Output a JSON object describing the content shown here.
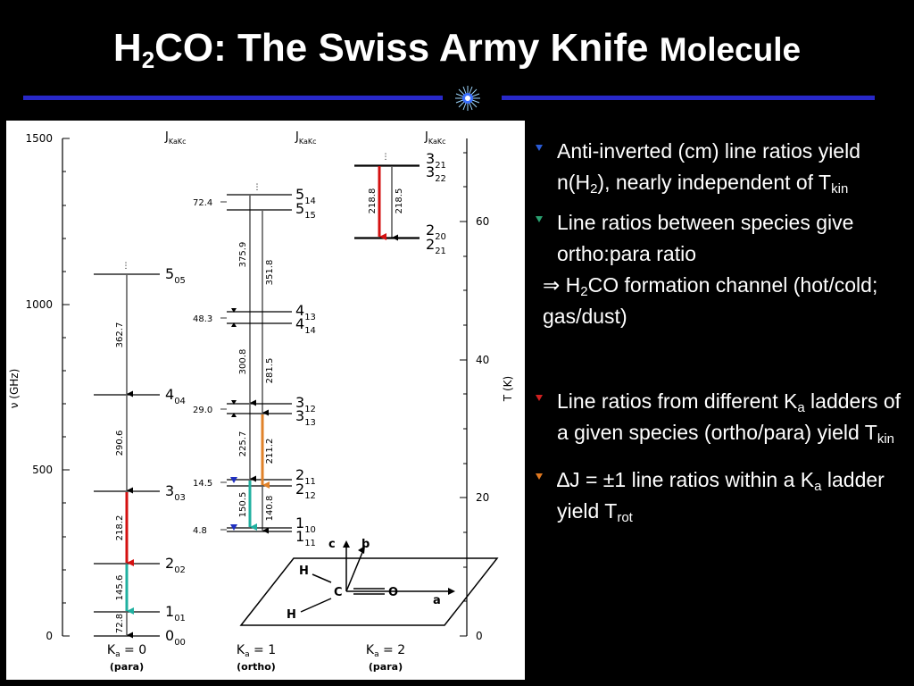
{
  "title": {
    "main_pre": "H",
    "main_sub": "2",
    "main_post": "CO: The Swiss Army Knife",
    "tail": "Molecule"
  },
  "colors": {
    "background": "#000000",
    "rule": "#2828c8",
    "bullet_blue": "#2a5bd6",
    "bullet_green": "#2aa070",
    "bullet_red": "#d02020",
    "bullet_orange": "#e07820",
    "arrow_red": "#d41010",
    "arrow_green": "#20b0a0",
    "arrow_orange": "#e0822a",
    "arrow_blue": "#2030c0"
  },
  "figure": {
    "y_axis_label": "ν (GHz)",
    "y_ticks": [
      "0",
      "500",
      "1000",
      "1500"
    ],
    "t_axis_label": "T (K)",
    "t_ticks": [
      "0",
      "20",
      "40",
      "60"
    ],
    "column_header": "J",
    "column_header_sub": "KaKc",
    "columns": [
      {
        "ka_label": "K",
        "ka_sub": "a",
        "ka_value": " = 0",
        "parity": "(para)",
        "levels": [
          {
            "j": "5",
            "s": "05"
          },
          {
            "j": "4",
            "s": "04"
          },
          {
            "j": "3",
            "s": "03"
          },
          {
            "j": "2",
            "s": "02"
          },
          {
            "j": "1",
            "s": "01"
          },
          {
            "j": "0",
            "s": "00"
          }
        ],
        "transitions": [
          "362.7",
          "290.6",
          "218.2",
          "145.6",
          "72.8"
        ]
      },
      {
        "ka_label": "K",
        "ka_sub": "a",
        "ka_value": " = 1",
        "parity": "(ortho)",
        "levels": [
          {
            "j": "5",
            "s": "14"
          },
          {
            "j": "5",
            "s": "15"
          },
          {
            "j": "4",
            "s": "13"
          },
          {
            "j": "4",
            "s": "14"
          },
          {
            "j": "3",
            "s": "12"
          },
          {
            "j": "3",
            "s": "13"
          },
          {
            "j": "2",
            "s": "11"
          },
          {
            "j": "2",
            "s": "12"
          },
          {
            "j": "1",
            "s": "10"
          },
          {
            "j": "1",
            "s": "11"
          }
        ],
        "splittings": [
          "72.4",
          "48.3",
          "29.0",
          "14.5",
          "4.8"
        ],
        "transitions": [
          "375.9",
          "351.8",
          "300.8",
          "281.5",
          "225.7",
          "211.2",
          "150.5",
          "140.8"
        ]
      },
      {
        "ka_label": "K",
        "ka_sub": "a",
        "ka_value": " = 2",
        "parity": "(para)",
        "levels": [
          {
            "j": "3",
            "s": "21"
          },
          {
            "j": "3",
            "s": "22"
          },
          {
            "j": "2",
            "s": "20"
          },
          {
            "j": "2",
            "s": "21"
          }
        ],
        "transitions": [
          "218.8",
          "218.5"
        ]
      }
    ],
    "molecule": {
      "atoms": [
        "H",
        "C",
        "O",
        "H"
      ],
      "axes": [
        "c",
        "b",
        "a"
      ]
    }
  },
  "bullets": [
    {
      "color": "#2a5bd6",
      "pre": "Anti-inverted (cm) line ratios yield n(H",
      "sub": "2",
      "mid": "), nearly independent of T",
      "sub2": "kin",
      "post": ""
    },
    {
      "color": "#2aa070",
      "pre": "Line ratios between species give ortho:para ratio",
      "sub": "",
      "mid": "",
      "sub2": "",
      "post": ""
    },
    {
      "color": "#d02020",
      "pre": "Line ratios from different K",
      "sub": "a",
      "mid": " ladders of a given species (ortho/para) yield T",
      "sub2": "kin",
      "post": ""
    },
    {
      "color": "#e07820",
      "pre": "∆J = ±1 line ratios within a K",
      "sub": "a",
      "mid": " ladder yield T",
      "sub2": "rot",
      "post": ""
    }
  ],
  "implication": {
    "arrow": "⇒",
    "pre": " H",
    "sub": "2",
    "post": "CO formation channel (hot/cold; gas/dust)"
  }
}
